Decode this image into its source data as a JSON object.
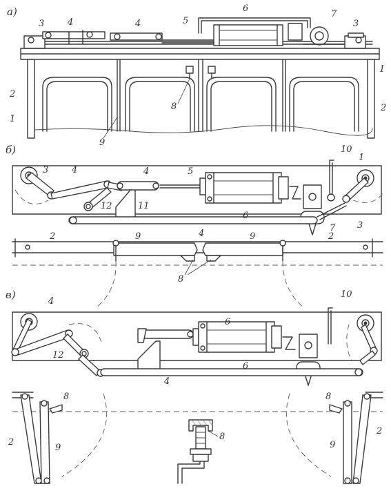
{
  "sections": {
    "a": "a)",
    "b": "б)",
    "v": "в)"
  },
  "callouts": {
    "n1": "1",
    "n2": "2",
    "n3": "3",
    "n4": "4",
    "n5": "5",
    "n6": "6",
    "n7": "7",
    "n8": "8",
    "n9": "9",
    "n10": "10",
    "n11": "11",
    "n12": "12"
  },
  "colors": {
    "ink": "#3a3a3a",
    "paper": "#ffffff"
  }
}
